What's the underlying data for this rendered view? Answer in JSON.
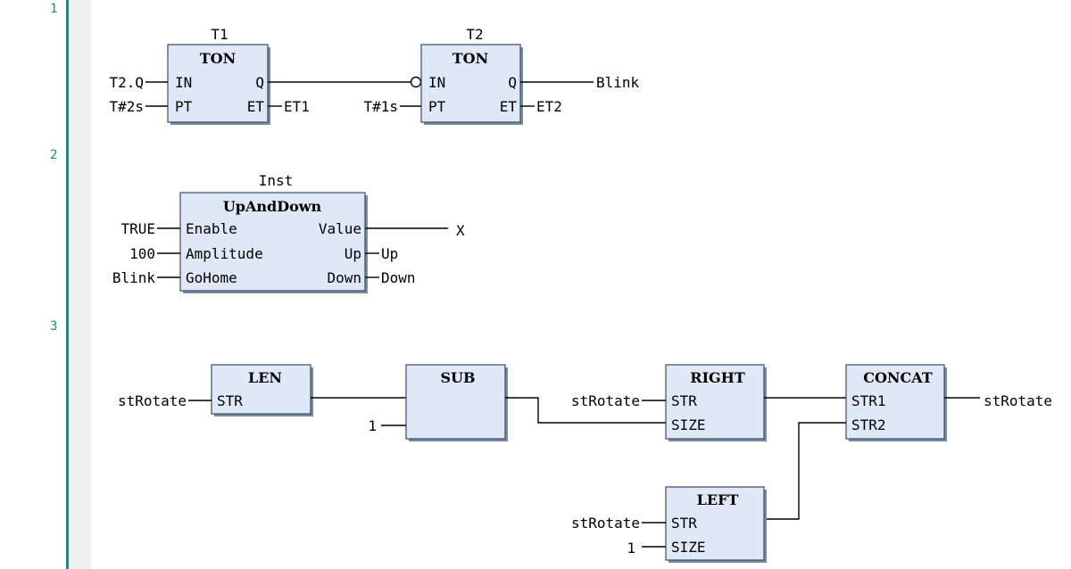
{
  "networks": [
    "1",
    "2",
    "3"
  ],
  "n1": {
    "t1": {
      "instance": "T1",
      "type": "TON",
      "in": "IN",
      "pt": "PT",
      "q": "Q",
      "et": "ET",
      "arg_in": "T2.Q",
      "arg_pt": "T#2s",
      "out_et": "ET1"
    },
    "t2": {
      "instance": "T2",
      "type": "TON",
      "in": "IN",
      "pt": "PT",
      "q": "Q",
      "et": "ET",
      "arg_pt": "T#1s",
      "out_q": "Blink",
      "out_et": "ET2"
    }
  },
  "n2": {
    "fb": {
      "instance": "Inst",
      "type": "UpAndDown",
      "in_enable": "Enable",
      "in_amp": "Amplitude",
      "in_home": "GoHome",
      "out_value": "Value",
      "out_up": "Up",
      "out_down": "Down",
      "arg_enable": "TRUE",
      "arg_amp": "100",
      "arg_home": "Blink",
      "res_value": "X",
      "res_up": "Up",
      "res_down": "Down"
    }
  },
  "n3": {
    "len": {
      "type": "LEN",
      "in_str": "STR",
      "arg_str": "stRotate"
    },
    "sub": {
      "type": "SUB",
      "arg_2": "1"
    },
    "right": {
      "type": "RIGHT",
      "in_str": "STR",
      "in_size": "SIZE",
      "arg_str": "stRotate"
    },
    "concat": {
      "type": "CONCAT",
      "in_1": "STR1",
      "in_2": "STR2",
      "res": "stRotate"
    },
    "left": {
      "type": "LEFT",
      "in_str": "STR",
      "in_size": "SIZE",
      "arg_str": "stRotate",
      "arg_size": "1"
    }
  }
}
